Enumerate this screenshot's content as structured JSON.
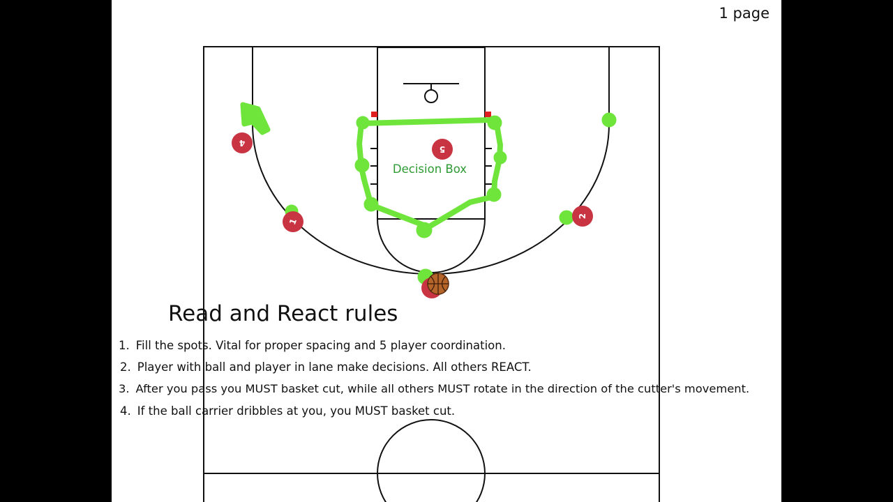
{
  "page": {
    "label": "1 page"
  },
  "diagram": {
    "decision_box_label": "Decision Box",
    "colors": {
      "court_line": "#111111",
      "player": "#c93442",
      "marker": "#6fe53c",
      "label": "#2e9a33",
      "ball": "#a0522d",
      "lane_mark": "#e02020"
    },
    "players": [
      "4",
      "5",
      "1",
      "2",
      "3"
    ],
    "ball_icon": "basketball-icon"
  },
  "rules": {
    "title": "Read and React rules",
    "items": [
      {
        "number": "1.",
        "text": "Fill the spots.  Vital for proper spacing and 5 player coordination."
      },
      {
        "number": "2.",
        "text": "Player with ball and player in lane make decisions.  All others REACT."
      },
      {
        "number": "3.",
        "text": "After you pass you MUST basket cut, while all others MUST rotate in the direction of the cutter's movement."
      },
      {
        "number": "4.",
        "text": "If the ball carrier dribbles at you, you MUST basket cut."
      }
    ]
  }
}
